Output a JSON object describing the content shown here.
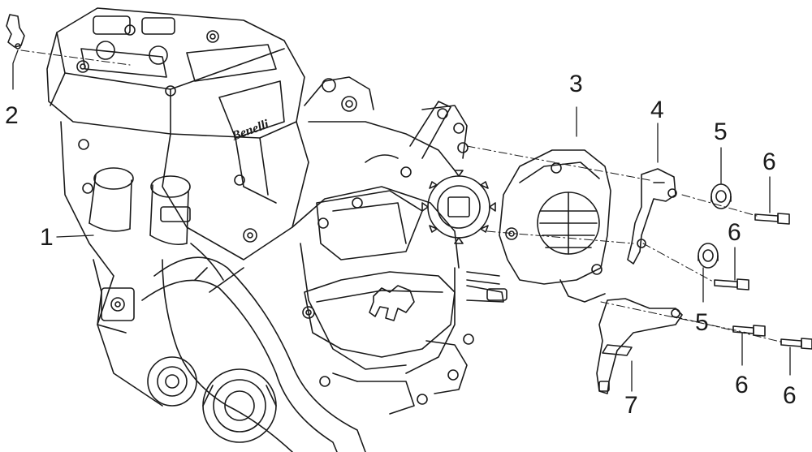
{
  "brand_text": "Benelli",
  "callouts": [
    {
      "id": "1",
      "text": "1"
    },
    {
      "id": "2",
      "text": "2"
    },
    {
      "id": "3",
      "text": "3"
    },
    {
      "id": "4",
      "text": "4"
    },
    {
      "id": "5a",
      "text": "5"
    },
    {
      "id": "5b",
      "text": "5"
    },
    {
      "id": "6a",
      "text": "6"
    },
    {
      "id": "6b",
      "text": "6"
    },
    {
      "id": "6c",
      "text": "6"
    },
    {
      "id": "6d",
      "text": "6"
    },
    {
      "id": "7",
      "text": "7"
    }
  ],
  "colors": {
    "line": "#1a1a1a",
    "background": "#ffffff"
  }
}
